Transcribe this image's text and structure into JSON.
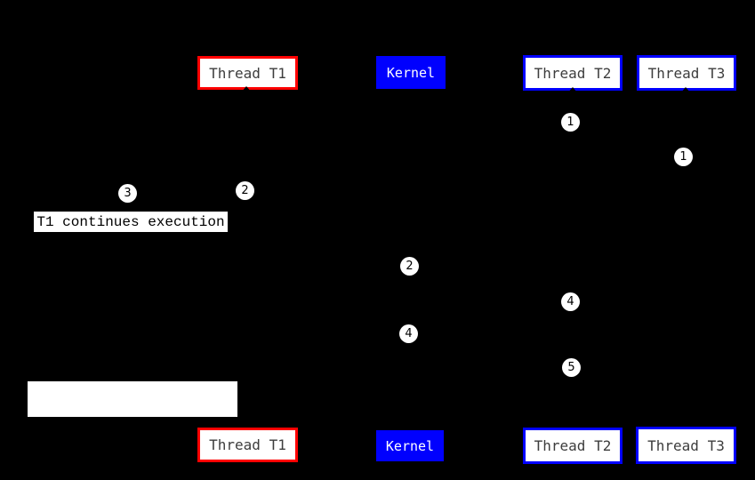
{
  "diagram": {
    "title": "thread-signal-delivery-sequence",
    "colors": {
      "background": "#000000",
      "red_border": "#ff0000",
      "blue": "#0000fe",
      "white": "#ffffff",
      "black": "#000000",
      "box_text": "#3d3d3d"
    },
    "top_row": [
      {
        "id": "thread-t1-top",
        "label": "Thread T1"
      },
      {
        "id": "kernel-top",
        "label": "Kernel"
      },
      {
        "id": "thread-t2-top",
        "label": "Thread T2"
      },
      {
        "id": "thread-t3-top",
        "label": "Thread T3"
      }
    ],
    "bottom_row": [
      {
        "id": "thread-t1-bottom",
        "label": "Thread T1"
      },
      {
        "id": "kernel-bottom",
        "label": "Kernel"
      },
      {
        "id": "thread-t2-bottom",
        "label": "Thread T2"
      },
      {
        "id": "thread-t3-bottom",
        "label": "Thread T3"
      }
    ],
    "steps": [
      {
        "name": "step-under-thread-t2",
        "label": "1"
      },
      {
        "name": "step-under-thread-t3",
        "label": "1"
      },
      {
        "name": "step-left-of-thread-t1",
        "label": "3"
      },
      {
        "name": "step-under-thread-t1",
        "label": "2"
      },
      {
        "name": "step-on-kernel-line-upper",
        "label": "2"
      },
      {
        "name": "step-on-thread-t2-line-upper",
        "label": "4"
      },
      {
        "name": "step-on-kernel-line-lower",
        "label": "4"
      },
      {
        "name": "step-on-thread-t2-line-lower",
        "label": "5"
      }
    ],
    "annotation": "T1 continues execution"
  }
}
